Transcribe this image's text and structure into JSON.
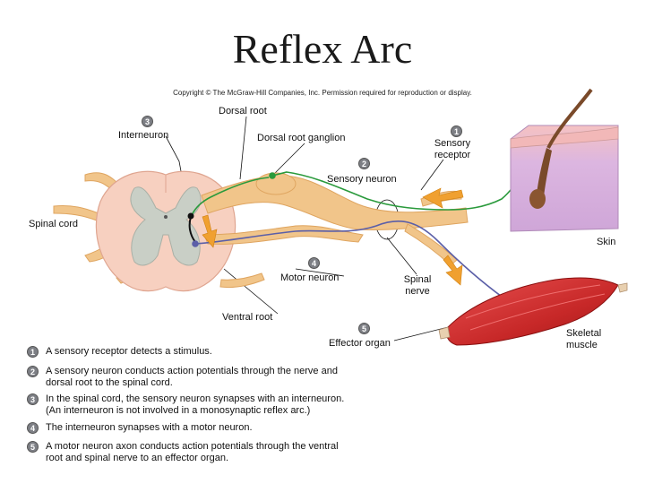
{
  "title": "Reflex Arc",
  "copyright": "Copyright © The McGraw-Hill Companies, Inc. Permission required for reproduction or display.",
  "labels": {
    "dorsal_root": "Dorsal root",
    "interneuron": "Interneuron",
    "dorsal_root_ganglion": "Dorsal root ganglion",
    "sensory_receptor_line1": "Sensory",
    "sensory_receptor_line2": "receptor",
    "sensory_neuron": "Sensory neuron",
    "spinal_cord": "Spinal cord",
    "skin": "Skin",
    "motor_neuron": "Motor neuron",
    "spinal_nerve_line1": "Spinal",
    "spinal_nerve_line2": "nerve",
    "ventral_root": "Ventral root",
    "effector_organ": "Effector organ",
    "skeletal_muscle_line1": "Skeletal",
    "skeletal_muscle_line2": "muscle"
  },
  "markers": {
    "sensory_receptor": "1",
    "sensory_neuron": "2",
    "interneuron": "3",
    "motor_neuron": "4",
    "effector_organ": "5"
  },
  "steps": [
    {
      "num": "1",
      "line1": "A sensory receptor detects a stimulus.",
      "line2": ""
    },
    {
      "num": "2",
      "line1": "A sensory neuron conducts action potentials through the nerve and",
      "line2": "dorsal root to the spinal cord."
    },
    {
      "num": "3",
      "line1": "In the spinal cord, the sensory neuron synapses with an interneuron.",
      "line2": "(An interneuron is not involved in a monosynaptic reflex arc.)"
    },
    {
      "num": "4",
      "line1": "The interneuron synapses with a motor neuron.",
      "line2": ""
    },
    {
      "num": "5",
      "line1": "A motor neuron axon conducts action potentials through the ventral",
      "line2": "root and spinal nerve to an effector organ."
    }
  ],
  "colors": {
    "nerve": "#f1c58a",
    "nerve_dark": "#dfa560",
    "spinal_white_matter": "#f7d0c0",
    "spinal_gray_matter": "#c9cfc6",
    "sensory_neuron": "#2a9a3c",
    "motor_neuron": "#5b5fa8",
    "interneuron": "#111111",
    "skin": "#d9b7df",
    "skin_top": "#f2b8b8",
    "muscle": "#d23030",
    "arrow": "#f0a030",
    "badge": "#7d7f85"
  }
}
